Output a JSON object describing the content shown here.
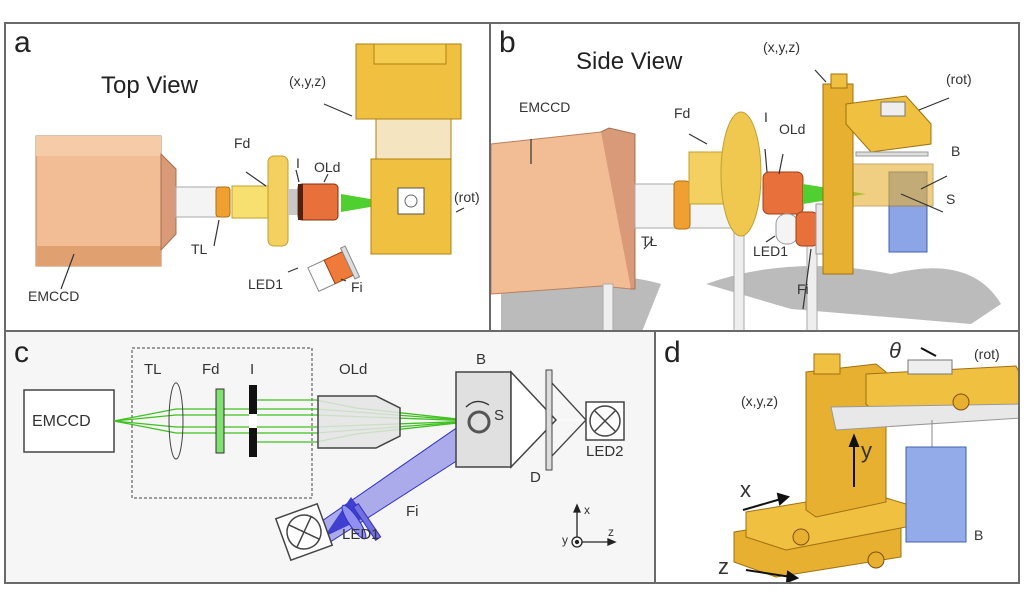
{
  "figure": {
    "panels": [
      {
        "letter": "a",
        "title": "Top View",
        "labels": {
          "emccd": "EMCCD",
          "tl": "TL",
          "fd": "Fd",
          "i": "I",
          "old": "OLd",
          "led1": "LED1",
          "fi": "Fi",
          "xyz": "(x,y,z)",
          "rot": "(rot)"
        }
      },
      {
        "letter": "b",
        "title": "Side View",
        "labels": {
          "emccd": "EMCCD",
          "tl": "TL",
          "fd": "Fd",
          "i": "I",
          "old": "OLd",
          "led1": "LED1",
          "fi": "Fi",
          "xyz": "(x,y,z)",
          "rot": "(rot)",
          "b": "B",
          "s": "S"
        }
      },
      {
        "letter": "c",
        "labels": {
          "emccd": "EMCCD",
          "tl": "TL",
          "fd": "Fd",
          "i": "I",
          "old": "OLd",
          "b": "B",
          "s": "S",
          "d": "D",
          "led2": "LED2",
          "led1": "LED1",
          "fi": "Fi",
          "axis_x": "x",
          "axis_y": "y",
          "axis_z": "z"
        }
      },
      {
        "letter": "d",
        "labels": {
          "theta": "θ",
          "rot": "(rot)",
          "xyz": "(x,y,z)",
          "y": "y",
          "x": "x",
          "z": "z",
          "b": "B"
        }
      }
    ],
    "colors": {
      "camera": "#f0b890",
      "stage": "#e8b030",
      "objective": "#e8703a",
      "beam_green": "#40c020",
      "beam_blue": "#4040d0",
      "cuvette": "#7090e0"
    }
  }
}
